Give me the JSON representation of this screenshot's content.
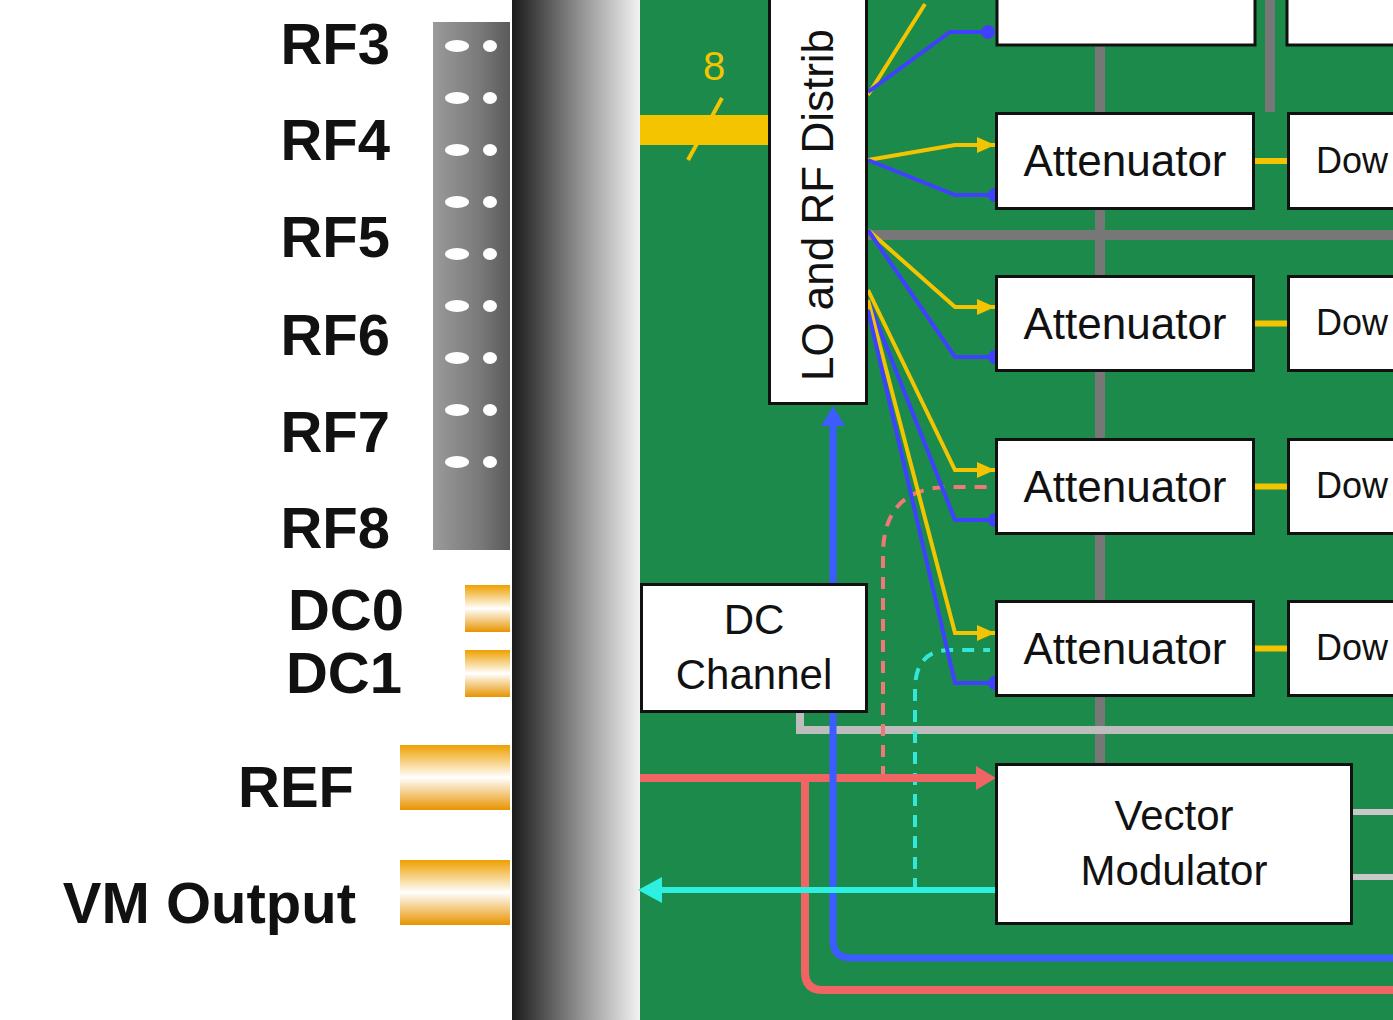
{
  "diagram": {
    "nodes": [
      {
        "text": [
          "LO and RF Distrib"
        ]
      },
      {
        "text": [
          "Attenuator"
        ]
      },
      {
        "text": [
          "Dow"
        ]
      },
      {
        "text": [
          "Attenuator"
        ]
      },
      {
        "text": [
          "Dow"
        ]
      },
      {
        "text": [
          "Attenuator"
        ]
      },
      {
        "text": [
          "Dow"
        ]
      },
      {
        "text": [
          "Attenuator"
        ]
      },
      {
        "text": [
          "Dow"
        ]
      },
      {
        "text": [
          "DC Channel"
        ]
      },
      {
        "text": [
          "Vector Modulator"
        ]
      }
    ],
    "edges": [
      {
        "from": 0,
        "to": 1,
        "arrow": "to"
      },
      {
        "from": 0,
        "to": 1,
        "arrow": "none"
      },
      {
        "from": 1,
        "to": 2,
        "arrow": "none"
      },
      {
        "from": 0,
        "to": 3,
        "arrow": "to"
      },
      {
        "from": 0,
        "to": 3,
        "arrow": "none"
      },
      {
        "from": 3,
        "to": 4,
        "arrow": "none"
      },
      {
        "from": 0,
        "to": 5,
        "arrow": "to"
      },
      {
        "from": 0,
        "to": 5,
        "arrow": "none"
      },
      {
        "from": 5,
        "to": 6,
        "arrow": "none"
      },
      {
        "from": 0,
        "to": 7,
        "arrow": "to"
      },
      {
        "from": 0,
        "to": 7,
        "arrow": "none"
      },
      {
        "from": 7,
        "to": 8,
        "arrow": "none"
      }
    ],
    "labels": [
      "RF3",
      "RF4",
      "RF5",
      "RF6",
      "RF7",
      "RF8",
      "DC0",
      "DC1",
      "REF",
      "VM Output",
      "8"
    ]
  }
}
